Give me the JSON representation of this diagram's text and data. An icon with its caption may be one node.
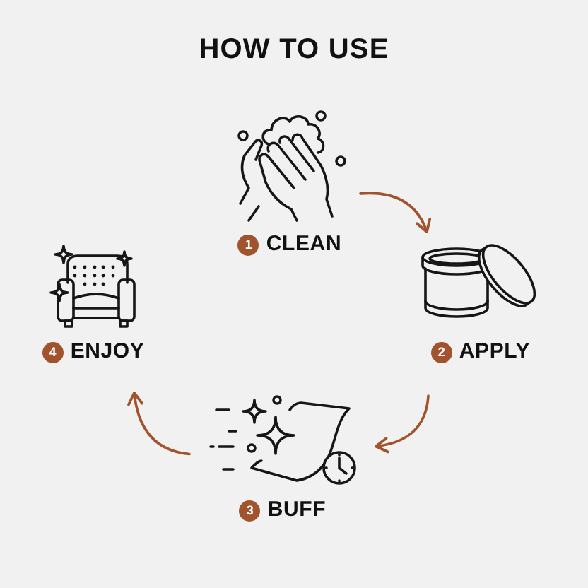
{
  "diagram": {
    "title": "HOW TO USE",
    "nodes": [
      {
        "text": [
          "1",
          "CLEAN"
        ]
      },
      {
        "text": [
          "2",
          "APPLY"
        ]
      },
      {
        "text": [
          "3",
          "BUFF"
        ]
      },
      {
        "text": [
          "4",
          "ENJOY"
        ]
      }
    ],
    "edges": [
      {
        "from": 0,
        "to": 1,
        "arrow": "to"
      },
      {
        "from": 1,
        "to": 2,
        "arrow": "to"
      },
      {
        "from": 2,
        "to": 3,
        "arrow": "to"
      }
    ]
  }
}
